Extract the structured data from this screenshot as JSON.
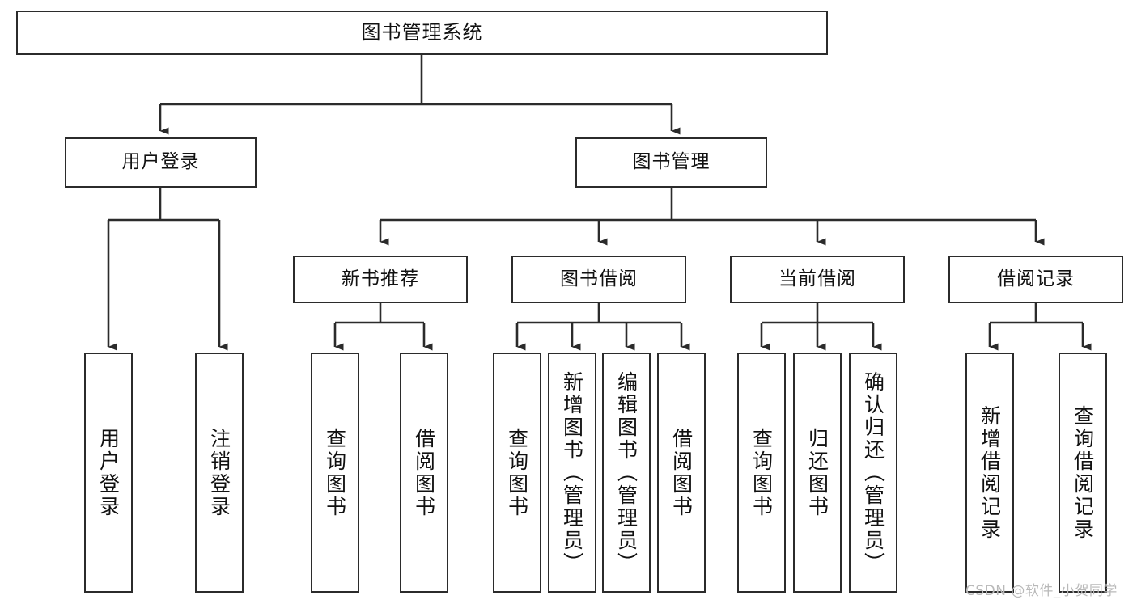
{
  "diagram": {
    "title": "图书管理系统",
    "type": "功能结构图",
    "watermark": "CSDN @软件_小贺同学",
    "colors": {
      "line": "#2b2b2b",
      "box_border": "#2b2b2b",
      "box_fill": "#ffffff",
      "text": "#111111",
      "watermark": "#b9b9b9",
      "background": "#ffffff"
    }
  },
  "nodes": {
    "root": {
      "label": "图书管理系统"
    },
    "level2": [
      {
        "id": "user-login",
        "label": "用户登录"
      },
      {
        "id": "book-manage",
        "label": "图书管理"
      }
    ],
    "level3": [
      {
        "id": "new-book-recommend",
        "label": "新书推荐"
      },
      {
        "id": "book-borrow",
        "label": "图书借阅"
      },
      {
        "id": "current-borrow",
        "label": "当前借阅"
      },
      {
        "id": "borrow-record",
        "label": "借阅记录"
      }
    ],
    "leaves": {
      "user_login": [
        {
          "id": "leaf-user-login",
          "label": "用户登录"
        },
        {
          "id": "leaf-user-logout",
          "label": "注销登录"
        }
      ],
      "new_book_recommend": [
        {
          "id": "leaf-query-book-1",
          "label": "查询图书"
        },
        {
          "id": "leaf-borrow-book-1",
          "label": "借阅图书"
        }
      ],
      "book_borrow": [
        {
          "id": "leaf-query-book-2",
          "label": "查询图书"
        },
        {
          "id": "leaf-add-book",
          "label": "新增图书（管理员）"
        },
        {
          "id": "leaf-edit-book",
          "label": "编辑图书（管理员）"
        },
        {
          "id": "leaf-borrow-book-2",
          "label": "借阅图书"
        }
      ],
      "current_borrow": [
        {
          "id": "leaf-query-book-3",
          "label": "查询图书"
        },
        {
          "id": "leaf-return-book",
          "label": "归还图书"
        },
        {
          "id": "leaf-confirm-return",
          "label": "确认归还（管理员）"
        }
      ],
      "borrow_record": [
        {
          "id": "leaf-add-record",
          "label": "新增借阅记录"
        },
        {
          "id": "leaf-query-record",
          "label": "查询借阅记录"
        }
      ]
    }
  }
}
